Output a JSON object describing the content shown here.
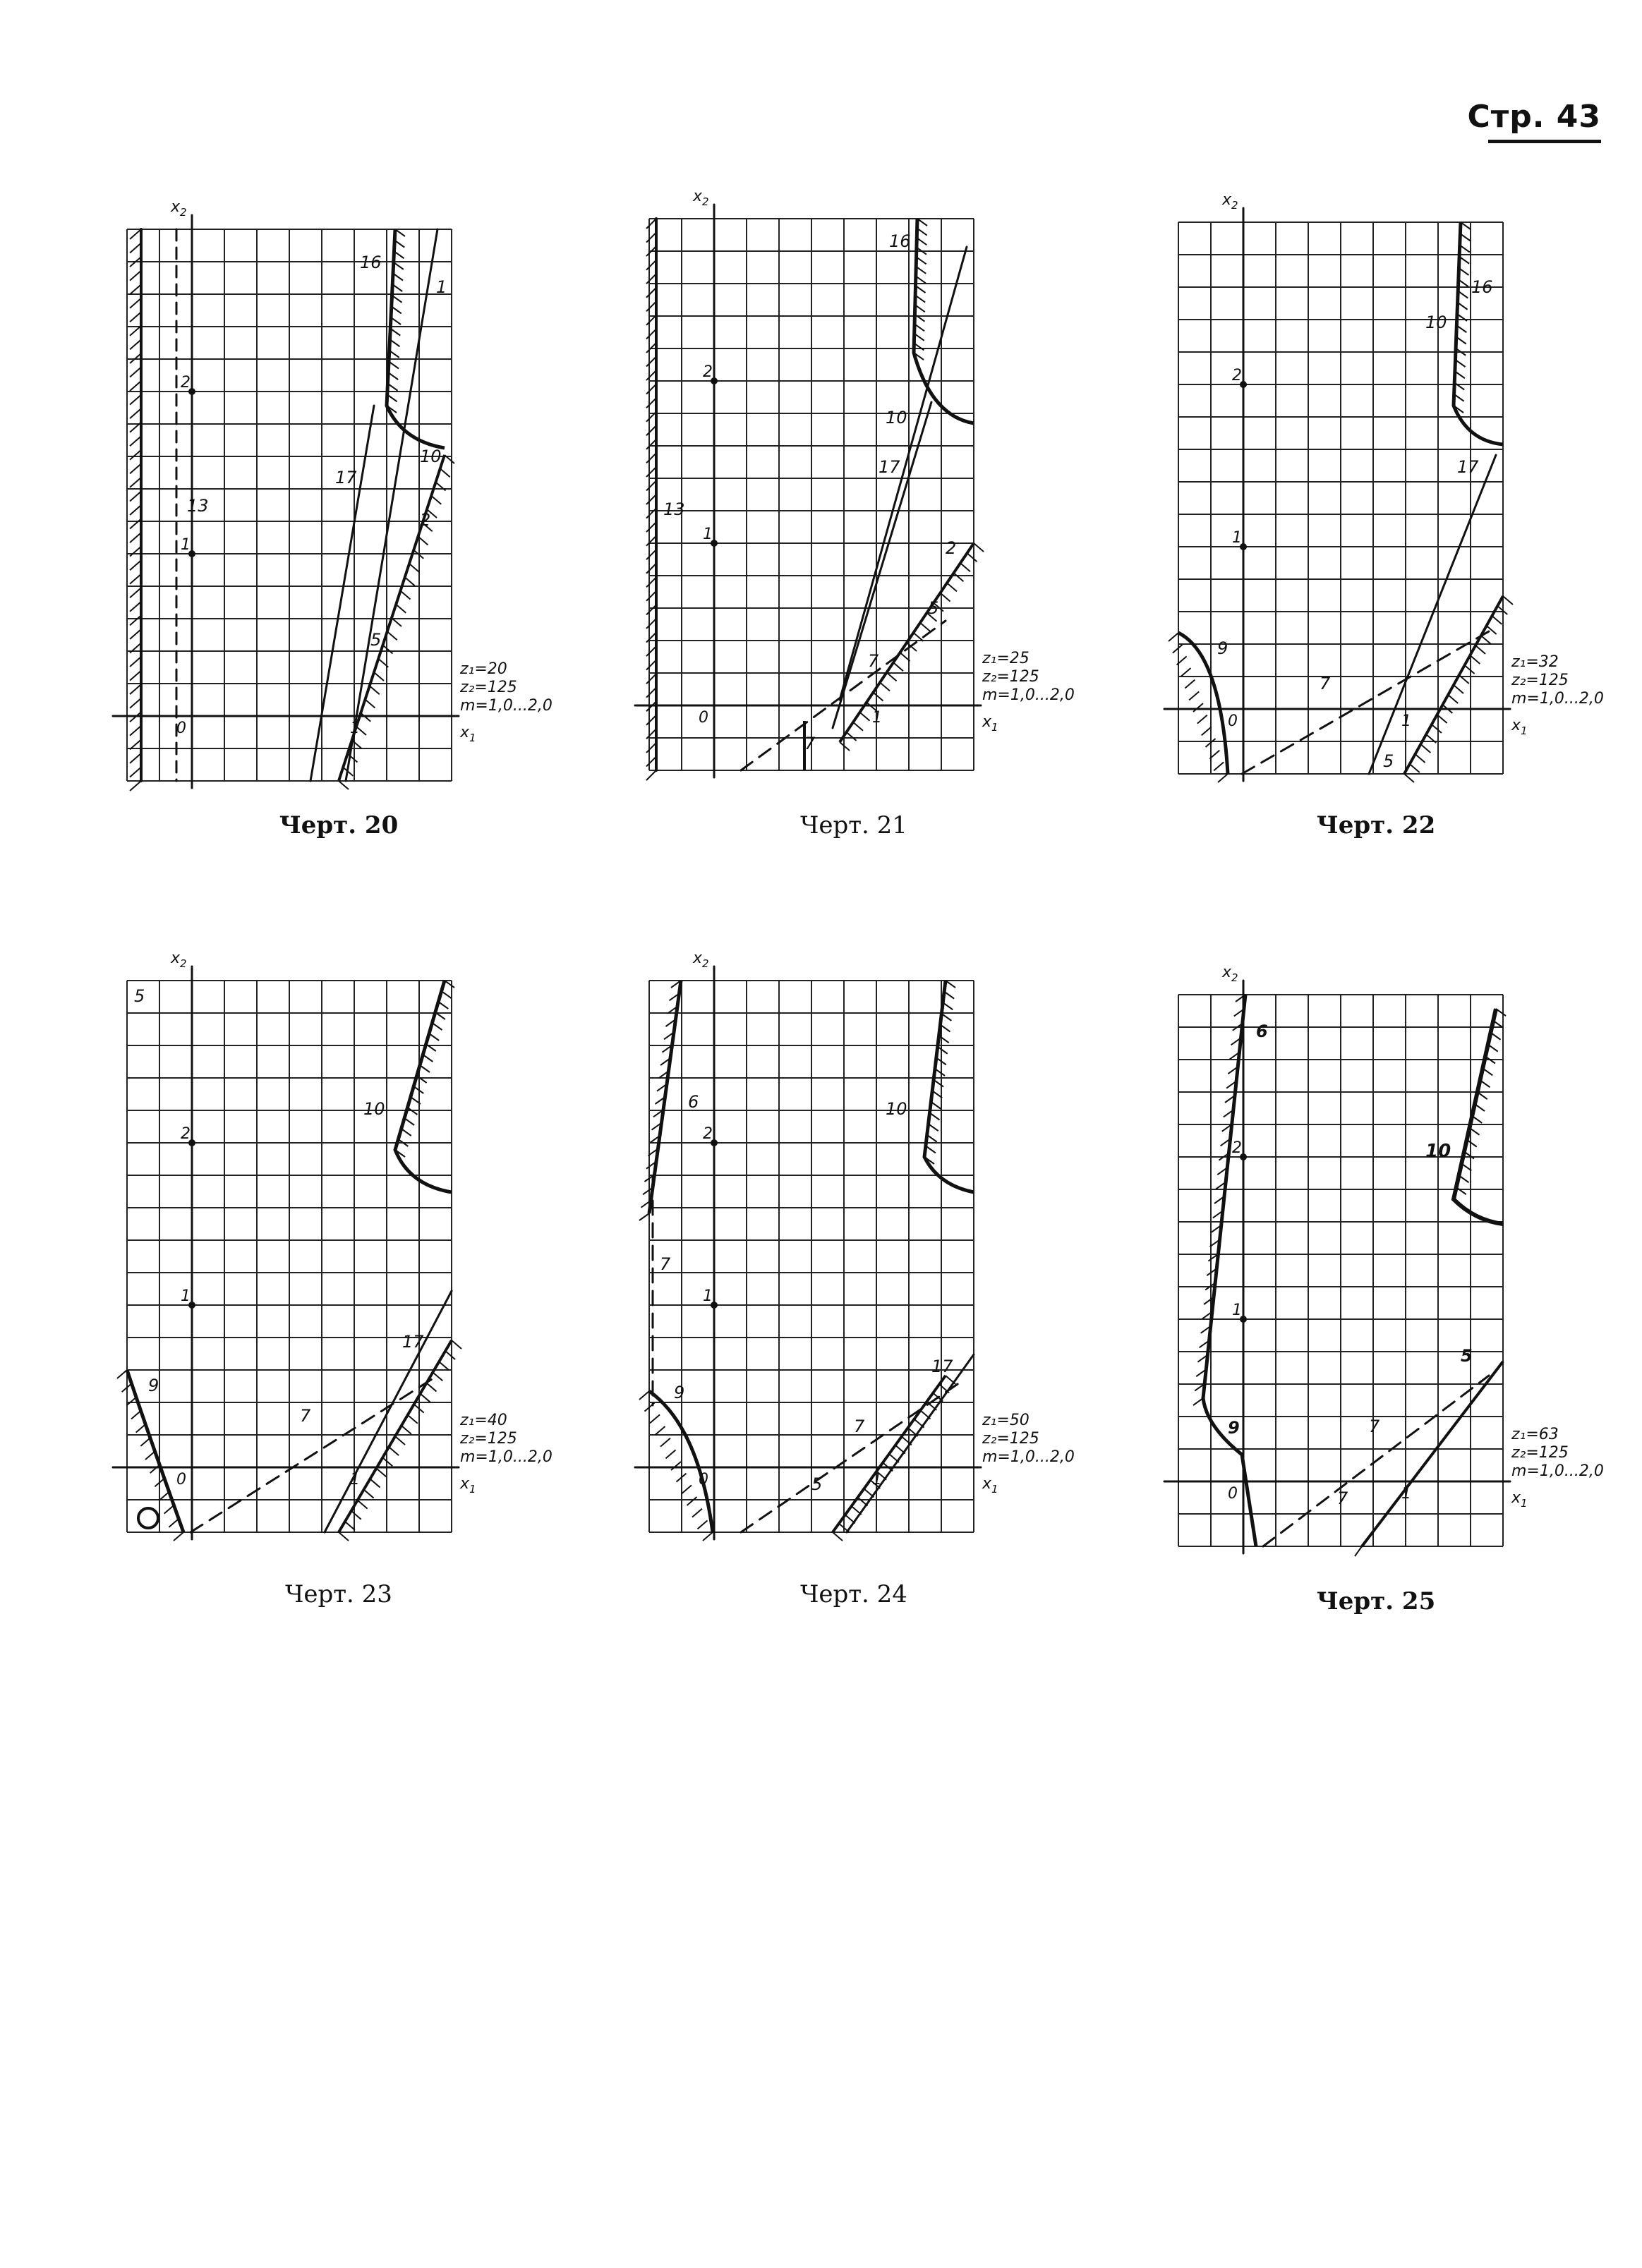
{
  "page": {
    "number": "Стр. 43"
  },
  "common": {
    "x_axis": "x",
    "x_sub": "1",
    "y_axis": "x",
    "y_sub": "2",
    "z2": "z₂=125",
    "m": "m=1,0...2,0"
  },
  "figures": [
    {
      "caption": "Черт. 20",
      "z1": "z₁=20",
      "tick_labels": [
        "0",
        "1",
        "1",
        "2"
      ],
      "curve_labels": [
        "16",
        "1",
        "17",
        "10",
        "2",
        "5",
        "13"
      ]
    },
    {
      "caption": "Черт. 21",
      "z1": "z₁=25",
      "tick_labels": [
        "0",
        "1",
        "1",
        "2"
      ],
      "curve_labels": [
        "16",
        "10",
        "17",
        "2",
        "5",
        "7",
        "7",
        "13"
      ]
    },
    {
      "caption": "Черт. 22",
      "z1": "z₁=32",
      "tick_labels": [
        "0",
        "1",
        "1",
        "2"
      ],
      "curve_labels": [
        "16",
        "10",
        "17",
        "7",
        "9",
        "5"
      ]
    },
    {
      "caption": "Черт. 23",
      "z1": "z₁=40",
      "tick_labels": [
        "0",
        "1",
        "1",
        "2"
      ],
      "curve_labels": [
        "5",
        "10",
        "17",
        "7",
        "9"
      ]
    },
    {
      "caption": "Черт. 24",
      "z1": "z₁=50",
      "tick_labels": [
        "0",
        "1",
        "1",
        "2"
      ],
      "curve_labels": [
        "6",
        "10",
        "7",
        "17",
        "7",
        "9",
        "5"
      ]
    },
    {
      "caption": "Черт. 25",
      "z1": "z₁=63",
      "tick_labels": [
        "0",
        "1",
        "1",
        "2"
      ],
      "curve_labels": [
        "6",
        "10",
        "5",
        "7",
        "7",
        "9"
      ]
    }
  ]
}
